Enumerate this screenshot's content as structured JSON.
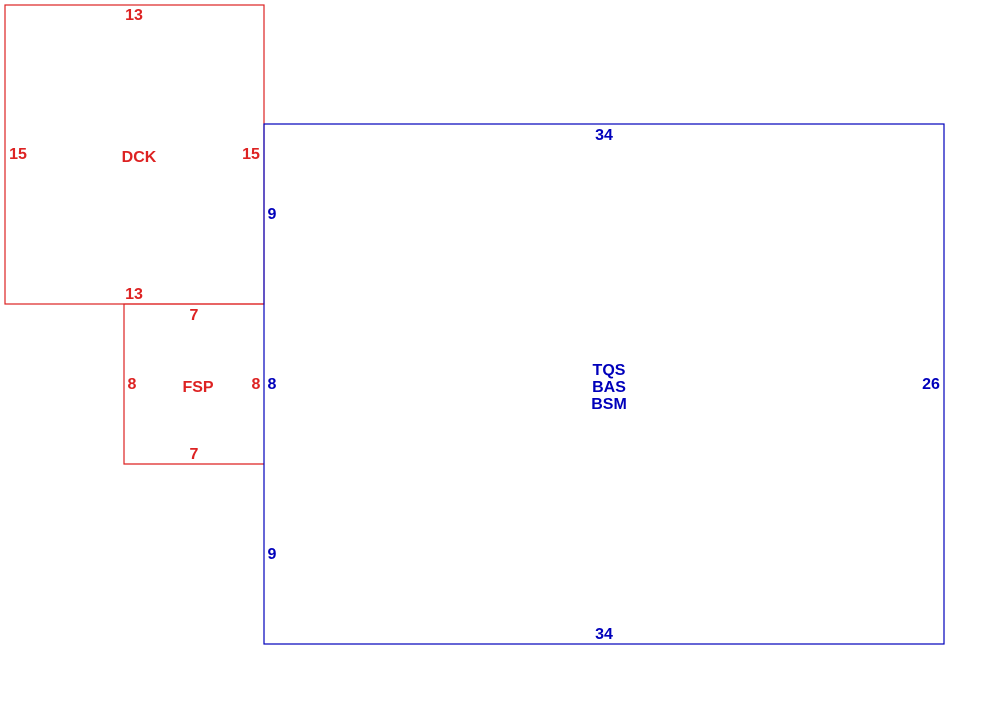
{
  "colors": {
    "dck": "#dd2222",
    "fsp": "#dd2222",
    "main": "#0000bb"
  },
  "areas": {
    "dck": {
      "code": "DCK",
      "dims": {
        "top": "13",
        "left": "15",
        "right": "15",
        "bottom": "13"
      }
    },
    "fsp": {
      "code": "FSP",
      "dims": {
        "top": "7",
        "left": "8",
        "right": "8",
        "bottom": "7"
      }
    },
    "main": {
      "codes": [
        "TQS",
        "BAS",
        "BSM"
      ],
      "dims": {
        "top": "34",
        "left_upper": "9",
        "left_middle": "8",
        "left_lower": "9",
        "right": "26",
        "bottom": "34"
      }
    }
  }
}
